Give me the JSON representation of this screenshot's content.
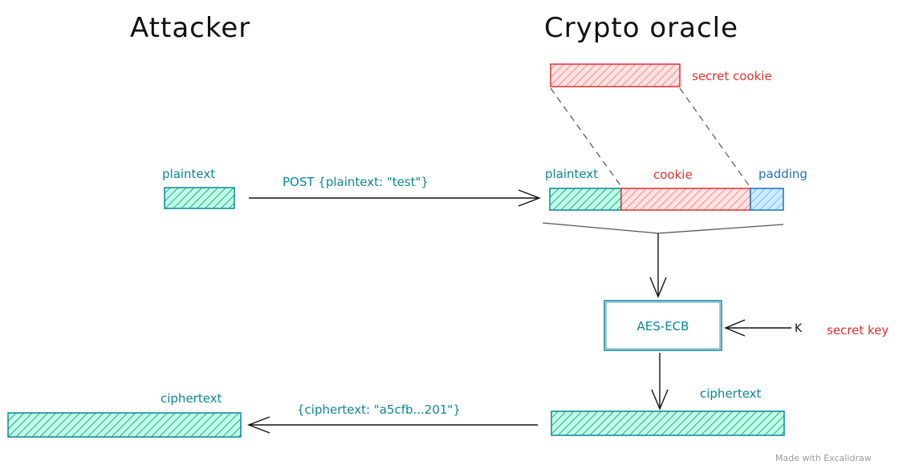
{
  "headings": {
    "attacker": "Attacker",
    "oracle": "Crypto oracle"
  },
  "labels": {
    "secret_cookie": "secret cookie",
    "plaintext_attacker": "plaintext",
    "post_request": "POST {plaintext: \"test\"}",
    "plaintext_block": "plaintext",
    "cookie_block": "cookie",
    "padding_block": "padding",
    "aes_ecb": "AES-ECB",
    "key_symbol": "K",
    "secret_key": "secret key",
    "ciphertext_oracle": "ciphertext",
    "ciphertext_attacker": "ciphertext",
    "ciphertext_response": "{ciphertext: \"a5cfb...201\"}",
    "footer": "Made with Excalidraw"
  },
  "colors": {
    "teal": "#0c8599",
    "teal_fill": "#96f2d7",
    "red": "#e03131",
    "red_fill": "#ffc9c9",
    "blue": "#1971c2",
    "blue_fill": "#a5d8ff",
    "ink": "#111111"
  }
}
